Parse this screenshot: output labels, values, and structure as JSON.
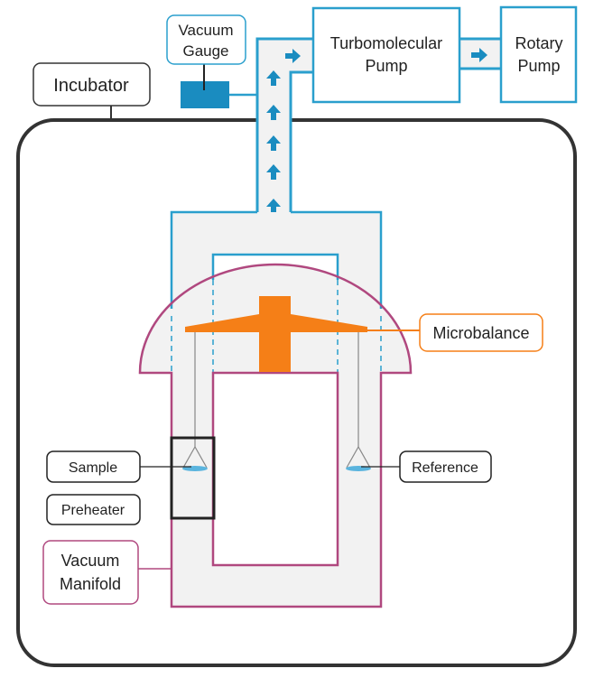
{
  "labels": {
    "incubator": "Incubator",
    "vacuum_gauge_line1": "Vacuum",
    "vacuum_gauge_line2": "Gauge",
    "turbo_line1": "Turbomolecular",
    "turbo_line2": "Pump",
    "rotary_line1": "Rotary",
    "rotary_line2": "Pump",
    "microbalance": "Microbalance",
    "sample": "Sample",
    "reference": "Reference",
    "preheater": "Preheater",
    "manifold_line1": "Vacuum",
    "manifold_line2": "Manifold"
  },
  "colors": {
    "pipe": "#2a9fcd",
    "gauge": "#1a8cc0",
    "manifold": "#b0487f",
    "microbalance": "#f57f17",
    "incubator": "#333333",
    "fill": "#f2f2f2"
  }
}
